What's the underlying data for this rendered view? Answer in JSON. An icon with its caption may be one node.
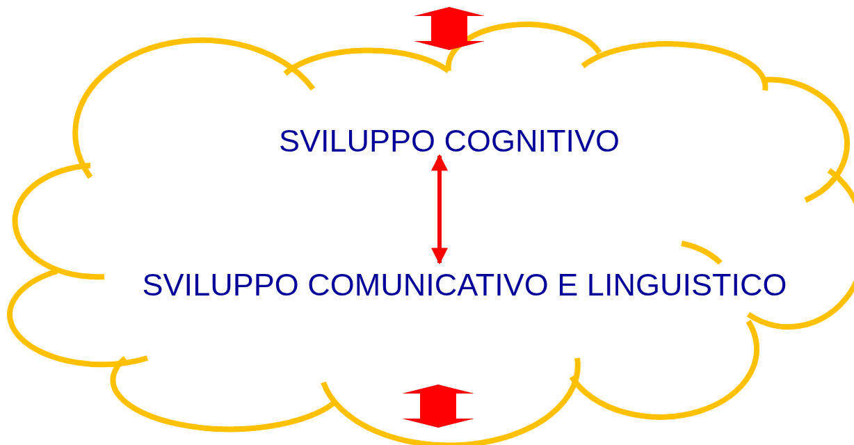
{
  "diagram": {
    "nodes": [
      {
        "text": [],
        "shape": "cloud"
      },
      {
        "text": [
          "SVILUPPO COGNITIVO"
        ],
        "in": 0
      },
      {
        "text": [
          "SVILUPPO COMUNICATIVO E LINGUISTICO"
        ],
        "in": 0
      }
    ],
    "edges": [
      {
        "from": 1,
        "to": 2,
        "arrow": "both"
      }
    ]
  }
}
